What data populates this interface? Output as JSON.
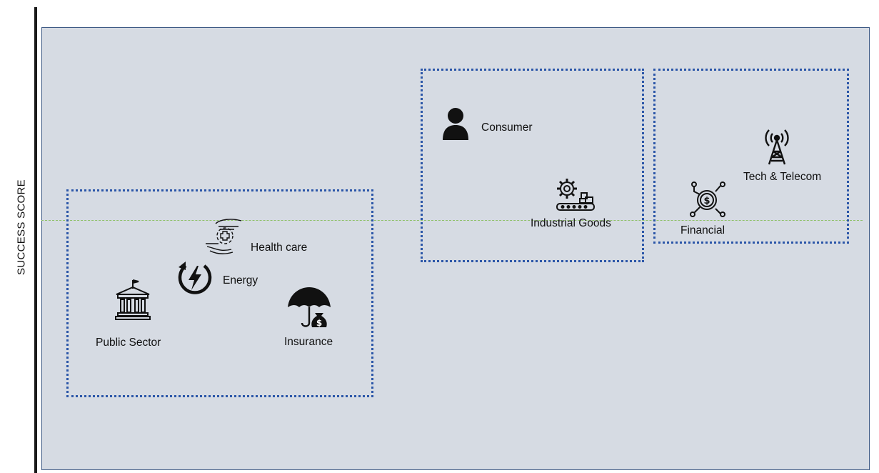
{
  "axis": {
    "y_label": "SUCCESS SCORE"
  },
  "items": {
    "consumer": {
      "label": "Consumer",
      "icon": "person-icon"
    },
    "industrial_goods": {
      "label": "Industrial Goods",
      "icon": "factory-conveyor-icon"
    },
    "tech_telecom": {
      "label": "Tech & Telecom",
      "icon": "cell-tower-icon"
    },
    "financial": {
      "label": "Financial",
      "icon": "dollar-circuit-icon"
    },
    "health_care": {
      "label": "Health care",
      "icon": "hands-medical-cross-icon"
    },
    "energy": {
      "label": "Energy",
      "icon": "lightning-bolt-icon"
    },
    "public_sector": {
      "label": "Public Sector",
      "icon": "government-building-icon"
    },
    "insurance": {
      "label": "Insurance",
      "icon": "umbrella-money-bag-icon"
    }
  },
  "colors": {
    "plot_background": "#d6dbe3",
    "plot_border": "#3e5a85",
    "cluster_border": "#2b56a8",
    "midline": "#8fc06a",
    "axis": "#1a1a1a"
  }
}
